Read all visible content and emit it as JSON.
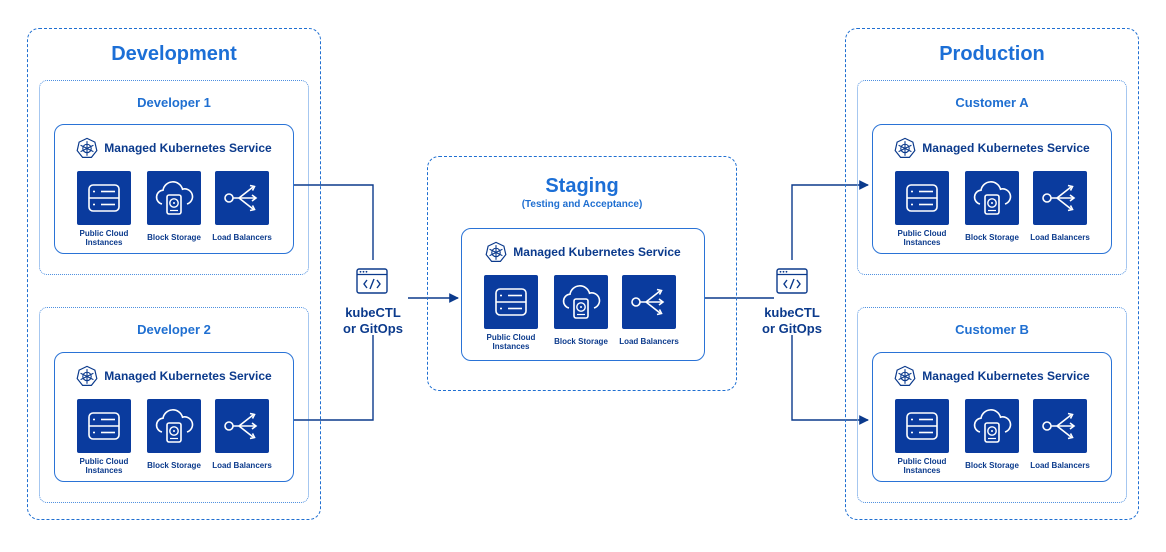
{
  "development": {
    "title": "Development",
    "developers": [
      {
        "title": "Developer 1"
      },
      {
        "title": "Developer 2"
      }
    ]
  },
  "staging": {
    "title": "Staging",
    "subtitle": "(Testing and Acceptance)"
  },
  "production": {
    "title": "Production",
    "customers": [
      {
        "title": "Customer A"
      },
      {
        "title": "Customer B"
      }
    ]
  },
  "service": {
    "title": "Managed Kubernetes Service",
    "components": {
      "compute": "Public Cloud Instances",
      "storage": "Block Storage",
      "lb": "Load Balancers"
    }
  },
  "tooling": {
    "left_label_line1": "kubeCTL",
    "left_label_line2": "or GitOps",
    "right_label_line1": "kubeCTL",
    "right_label_line2": "or GitOps"
  },
  "colors": {
    "tile": "#0a3b9e",
    "accent": "#1c6fd6",
    "line": "#0b3a8c"
  }
}
